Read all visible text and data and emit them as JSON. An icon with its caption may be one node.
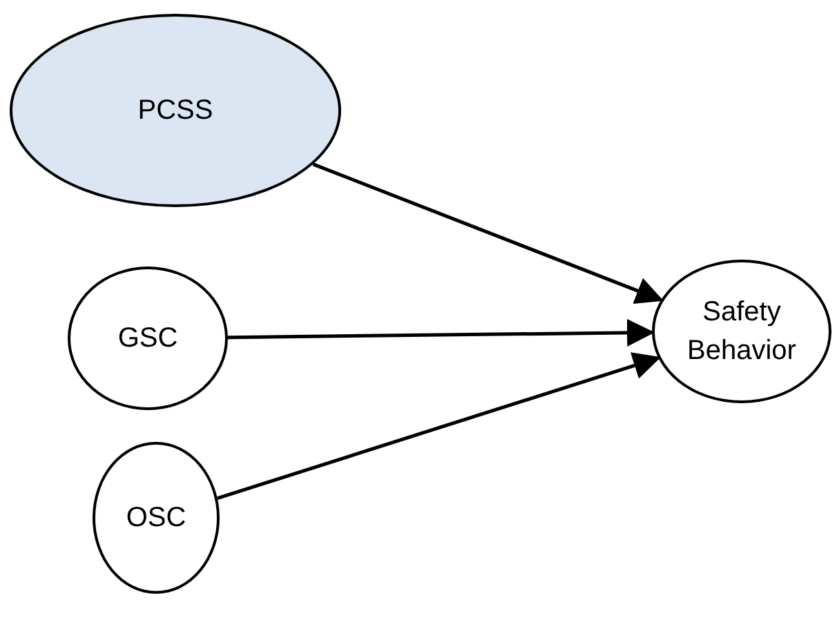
{
  "diagram": {
    "nodes": [
      {
        "text": [
          "PCSS"
        ]
      },
      {
        "text": [
          "GSC"
        ]
      },
      {
        "text": [
          "OSC"
        ]
      },
      {
        "text": [
          "Safety Behavior"
        ]
      }
    ],
    "edges": [
      {
        "from": 0,
        "to": 3,
        "arrow": "to"
      },
      {
        "from": 1,
        "to": 3,
        "arrow": "to"
      },
      {
        "from": 2,
        "to": 3,
        "arrow": "to"
      }
    ]
  }
}
